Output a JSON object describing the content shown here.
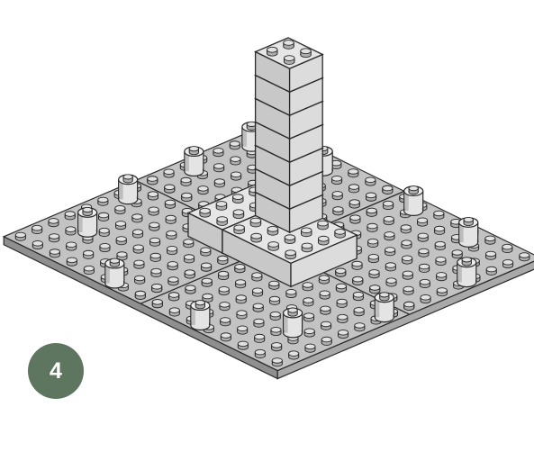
{
  "step": {
    "number": "4",
    "badge_color": "#5e7660"
  },
  "colors": {
    "plate_top": "#c3c3c3",
    "plate_left_side": "#8f8f8f",
    "plate_front_side": "#a9a9a9",
    "stud_top": "#e2e2e2",
    "stud_side": "#aeaeae",
    "brick_top": "#e6e6e6",
    "brick_left": "#c8c8c8",
    "brick_right": "#dcdcdc",
    "outline": "#2a2a2a"
  },
  "model": {
    "baseplate_studs_per_side": 16,
    "tower_height_bricks": 7,
    "pillar_count": 12
  }
}
